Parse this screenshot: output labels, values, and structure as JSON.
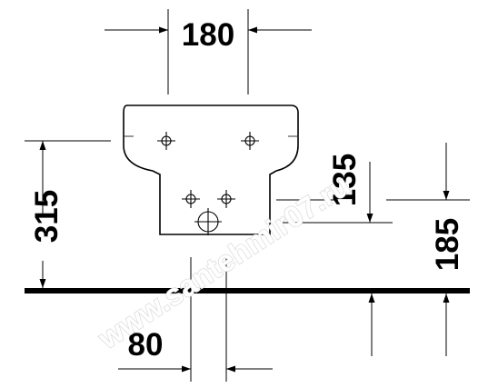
{
  "dimensions": {
    "top_width": "180",
    "overall_height": "315",
    "inner_height": "135",
    "right_height": "185",
    "bottom_width": "80"
  },
  "watermark": "www.santehmir07.ru",
  "colors": {
    "line": "#000000",
    "watermark_stroke": "#d9d9d9",
    "background": "#ffffff"
  }
}
